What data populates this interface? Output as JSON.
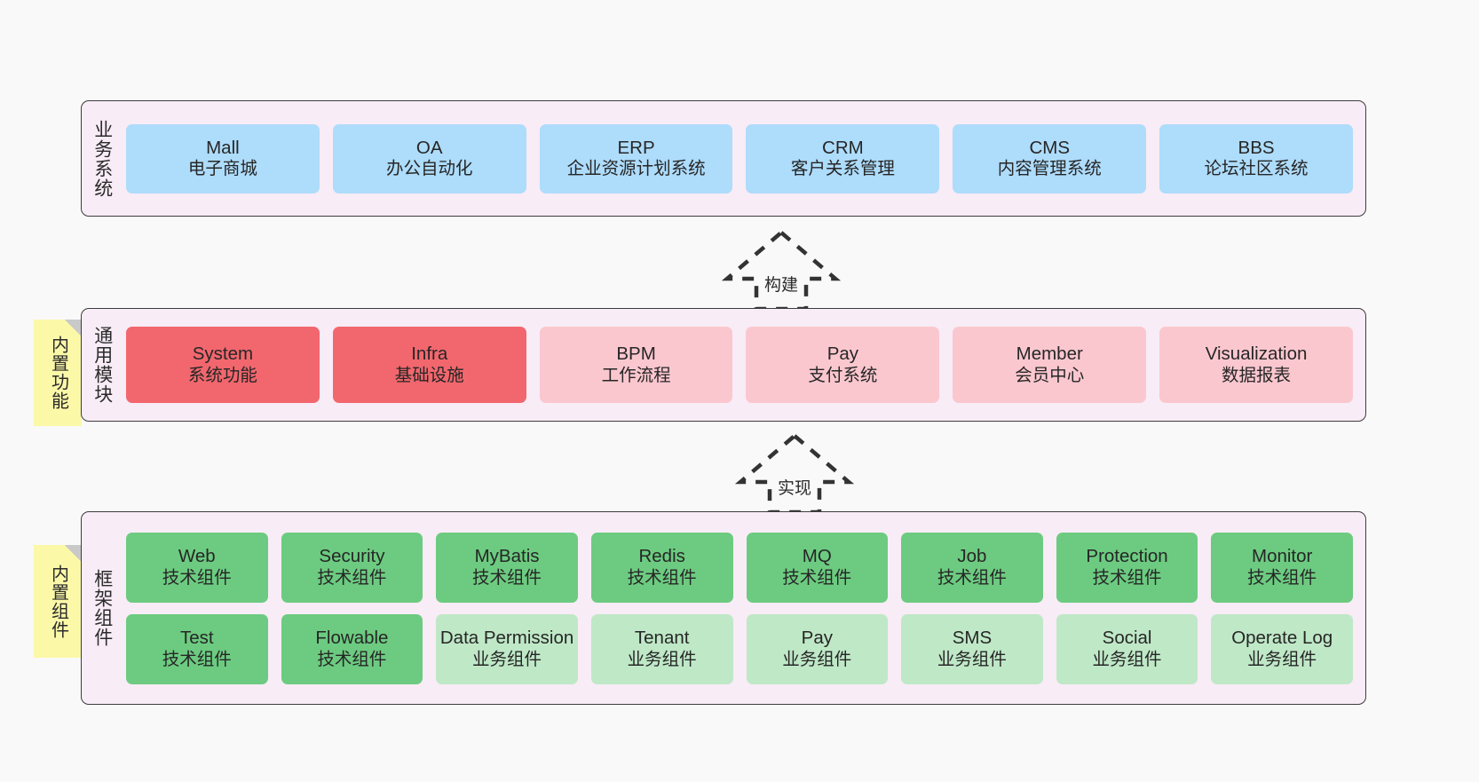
{
  "diagram": {
    "background_color": "#f9f9f9",
    "panel_color": "#f8ecf6",
    "border_color": "#3d3d3d",
    "note_color": "#fbf8a8",
    "colors": {
      "blue": "#aedcfb",
      "red": "#f2676e",
      "pink": "#fbc7cf",
      "green": "#6ccb80",
      "light_green": "#bfe8c7"
    }
  },
  "layers": {
    "business": {
      "title": "业务系统",
      "cards": [
        {
          "name": "Mall",
          "sub": "电子商城",
          "color": "blue"
        },
        {
          "name": "OA",
          "sub": "办公自动化",
          "color": "blue"
        },
        {
          "name": "ERP",
          "sub": "企业资源计划系统",
          "color": "blue"
        },
        {
          "name": "CRM",
          "sub": "客户关系管理",
          "color": "blue"
        },
        {
          "name": "CMS",
          "sub": "内容管理系统",
          "color": "blue"
        },
        {
          "name": "BBS",
          "sub": "论坛社区系统",
          "color": "blue"
        }
      ]
    },
    "modules": {
      "title": "通用模块",
      "note": "内置功能",
      "cards": [
        {
          "name": "System",
          "sub": "系统功能",
          "color": "red"
        },
        {
          "name": "Infra",
          "sub": "基础设施",
          "color": "red"
        },
        {
          "name": "BPM",
          "sub": "工作流程",
          "color": "pink"
        },
        {
          "name": "Pay",
          "sub": "支付系统",
          "color": "pink"
        },
        {
          "name": "Member",
          "sub": "会员中心",
          "color": "pink"
        },
        {
          "name": "Visualization",
          "sub": "数据报表",
          "color": "pink"
        }
      ]
    },
    "framework": {
      "title": "框架组件",
      "note": "内置组件",
      "row1": [
        {
          "name": "Web",
          "sub": "技术组件",
          "color": "green"
        },
        {
          "name": "Security",
          "sub": "技术组件",
          "color": "green"
        },
        {
          "name": "MyBatis",
          "sub": "技术组件",
          "color": "green"
        },
        {
          "name": "Redis",
          "sub": "技术组件",
          "color": "green"
        },
        {
          "name": "MQ",
          "sub": "技术组件",
          "color": "green"
        },
        {
          "name": "Job",
          "sub": "技术组件",
          "color": "green"
        },
        {
          "name": "Protection",
          "sub": "技术组件",
          "color": "green"
        },
        {
          "name": "Monitor",
          "sub": "技术组件",
          "color": "green"
        }
      ],
      "row2": [
        {
          "name": "Test",
          "sub": "技术组件",
          "color": "green"
        },
        {
          "name": "Flowable",
          "sub": "技术组件",
          "color": "green"
        },
        {
          "name": "Data Permission",
          "sub": "业务组件",
          "color": "lightgreen"
        },
        {
          "name": "Tenant",
          "sub": "业务组件",
          "color": "lightgreen"
        },
        {
          "name": "Pay",
          "sub": "业务组件",
          "color": "lightgreen"
        },
        {
          "name": "SMS",
          "sub": "业务组件",
          "color": "lightgreen"
        },
        {
          "name": "Social",
          "sub": "业务组件",
          "color": "lightgreen"
        },
        {
          "name": "Operate Log",
          "sub": "业务组件",
          "color": "lightgreen"
        }
      ]
    }
  },
  "arrows": {
    "build": {
      "label": "构建"
    },
    "implement": {
      "label": "实现"
    }
  }
}
